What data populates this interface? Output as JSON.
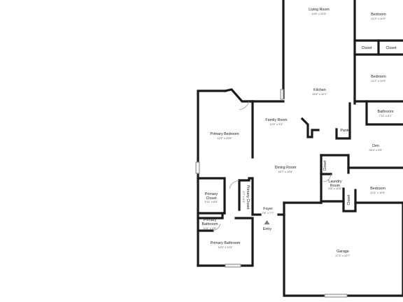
{
  "rooms": {
    "living_room": {
      "name": "Living Room",
      "dims": "14'6\" x 20'5\""
    },
    "bedroom_top": {
      "name": "Bedroom",
      "dims": "11'2\" x 11'9\""
    },
    "closet_top_1": {
      "name": "Closet"
    },
    "closet_top_2": {
      "name": "Closet"
    },
    "bedroom_mid": {
      "name": "Bedroom",
      "dims": "11'2\" x 10'9\""
    },
    "kitchen": {
      "name": "Kitchen",
      "dims": "16'4\" x 10'7\""
    },
    "bathroom": {
      "name": "Bathroom",
      "dims": "7'11\" x 5'1\""
    },
    "pantry": {
      "name": "Pantry"
    },
    "family_room": {
      "name": "Family Room",
      "dims": "12'4\" x 9'4\""
    },
    "den": {
      "name": "Den",
      "dims": "35'4\" x 9'9\""
    },
    "primary_bedroom": {
      "name": "Primary Bedroom",
      "dims": "12'5\" x 20'8\""
    },
    "closet_laundry": {
      "name": "Closet"
    },
    "laundry_room": {
      "name": "Laundry Room",
      "dims": "5'6\" x 12'6\""
    },
    "dining_room": {
      "name": "Dining Room",
      "dims": "16'7\" x 14'6\""
    },
    "bedroom_low": {
      "name": "Bedroom",
      "dims": "12'1\" x 10'9\""
    },
    "primary_closet": {
      "name": "Primary Closet",
      "dims": "5'11\" x 8'6\""
    },
    "primary_closet_2": {
      "name": "Primary Closet",
      "dims": "2'7\" x 6'0\""
    },
    "closet_bedroom": {
      "name": "Closet"
    },
    "foyer": {
      "name": "Foyer",
      "dims": "7'6\" x 7'7\""
    },
    "primary_bathroom_small": {
      "name": "Primary Bathroom",
      "dims": "5'11\" x 3'5\""
    },
    "primary_bathroom": {
      "name": "Primary Bathroom",
      "dims": "12'5\" x 11'5\""
    },
    "garage": {
      "name": "Garage",
      "dims": "27'3\" x 22'7\""
    }
  },
  "entry_label": "Entry"
}
